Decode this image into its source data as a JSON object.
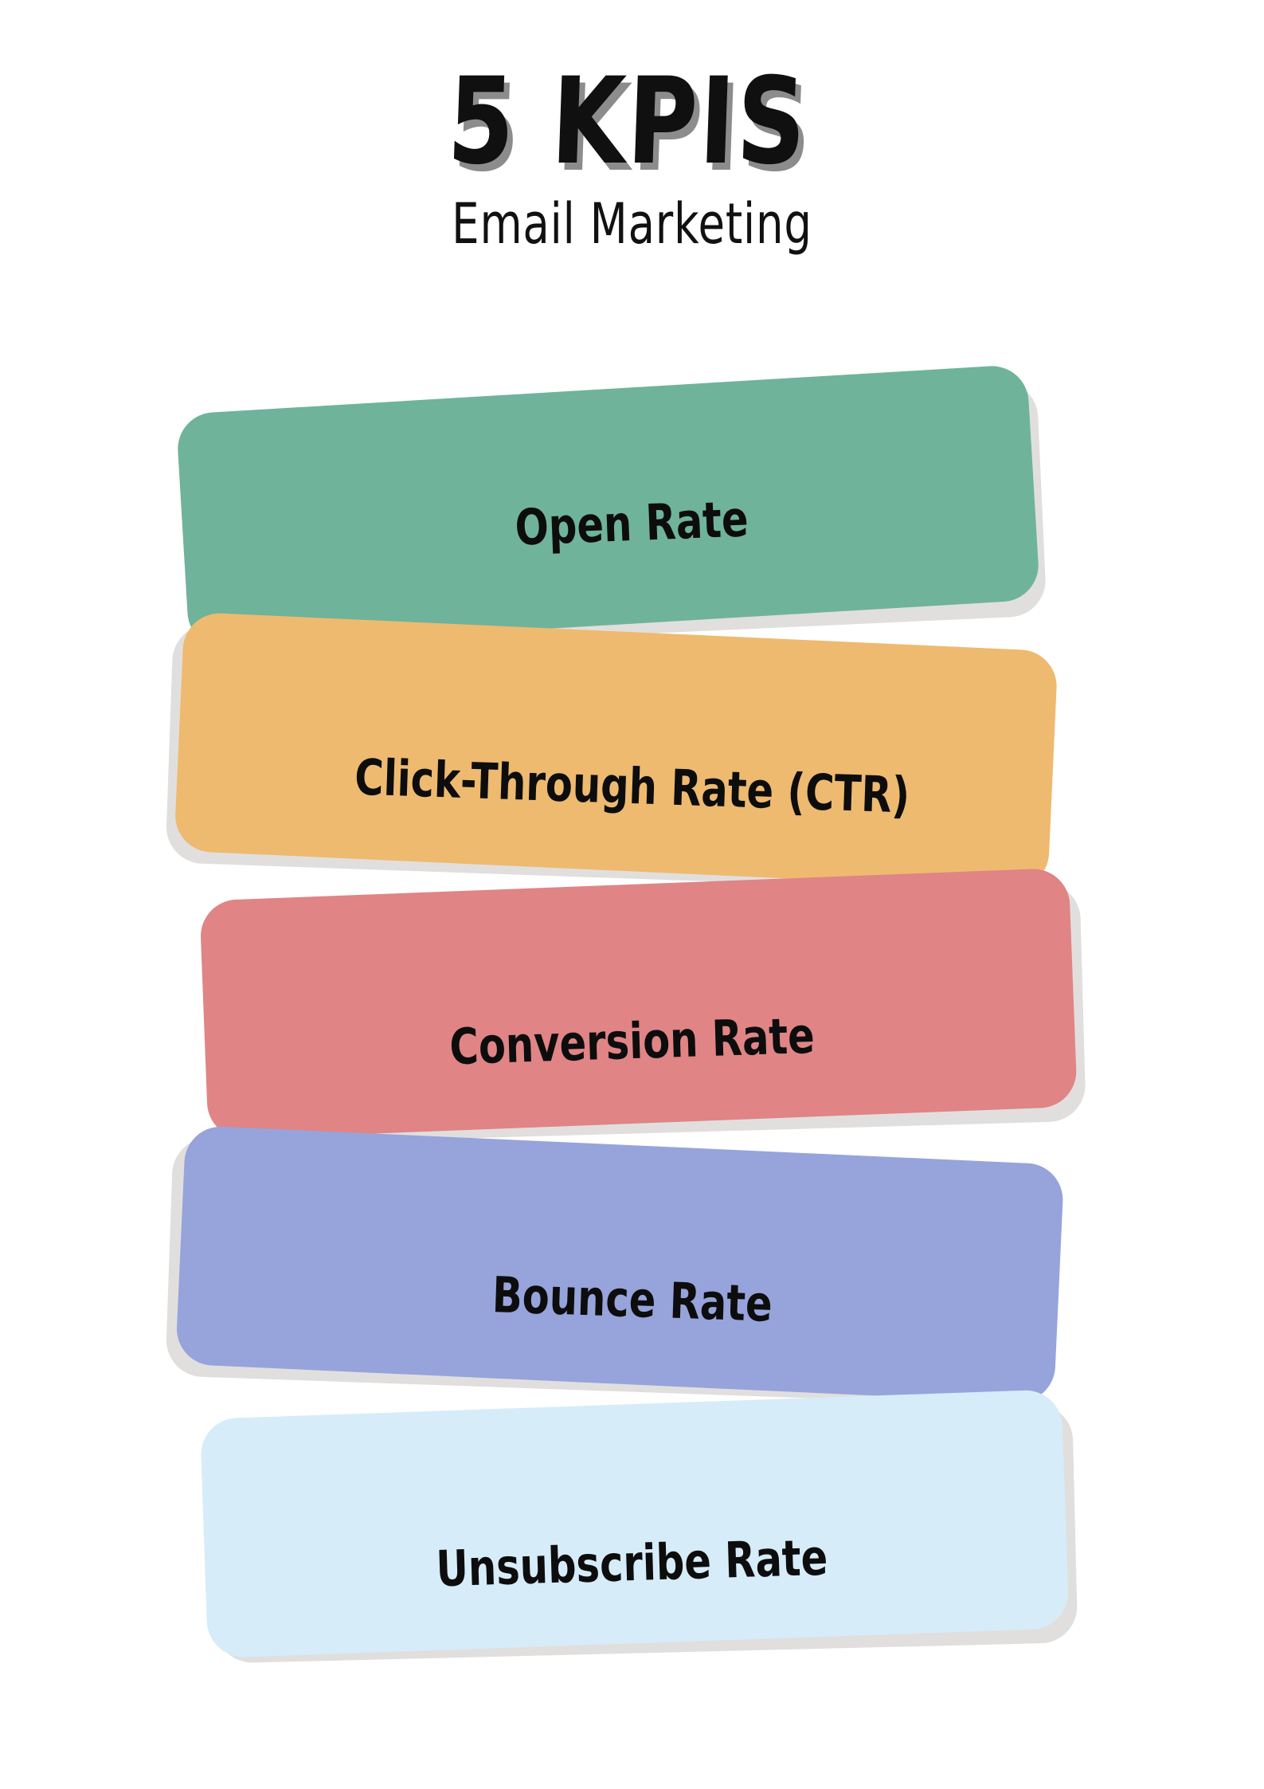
{
  "header": {
    "title": "5 KPIS",
    "subtitle": "Email Marketing"
  },
  "colors": {
    "background": "#ffffff",
    "shadow": "#e1dfde",
    "text": "#0d0d0d",
    "title_shadow": "#8c8c8c"
  },
  "banners": [
    {
      "id": "open-rate",
      "label": "Open Rate",
      "color": "#6FB39B"
    },
    {
      "id": "click-through-rate",
      "label": "Click-Through Rate (CTR)",
      "color": "#EEBA70"
    },
    {
      "id": "conversion-rate",
      "label": "Conversion Rate",
      "color": "#E08486"
    },
    {
      "id": "bounce-rate",
      "label": "Bounce Rate",
      "color": "#96A4DB"
    },
    {
      "id": "unsubscribe-rate",
      "label": "Unsubscribe Rate",
      "color": "#D6ECF9"
    }
  ]
}
